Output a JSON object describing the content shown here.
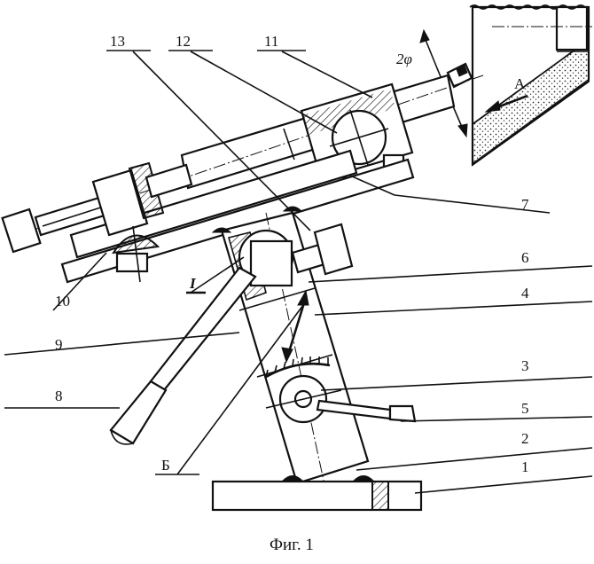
{
  "caption": "Фиг. 1",
  "angle_label": "2φ",
  "direction_label": "А",
  "labels": {
    "n1": "1",
    "n2": "2",
    "n3": "3",
    "n4": "4",
    "n5": "5",
    "n6": "6",
    "n7": "7",
    "n8": "8",
    "n9": "9",
    "n10": "10",
    "n11": "11",
    "n12": "12",
    "n13": "13",
    "section_I": "I",
    "section_B": "Б"
  }
}
